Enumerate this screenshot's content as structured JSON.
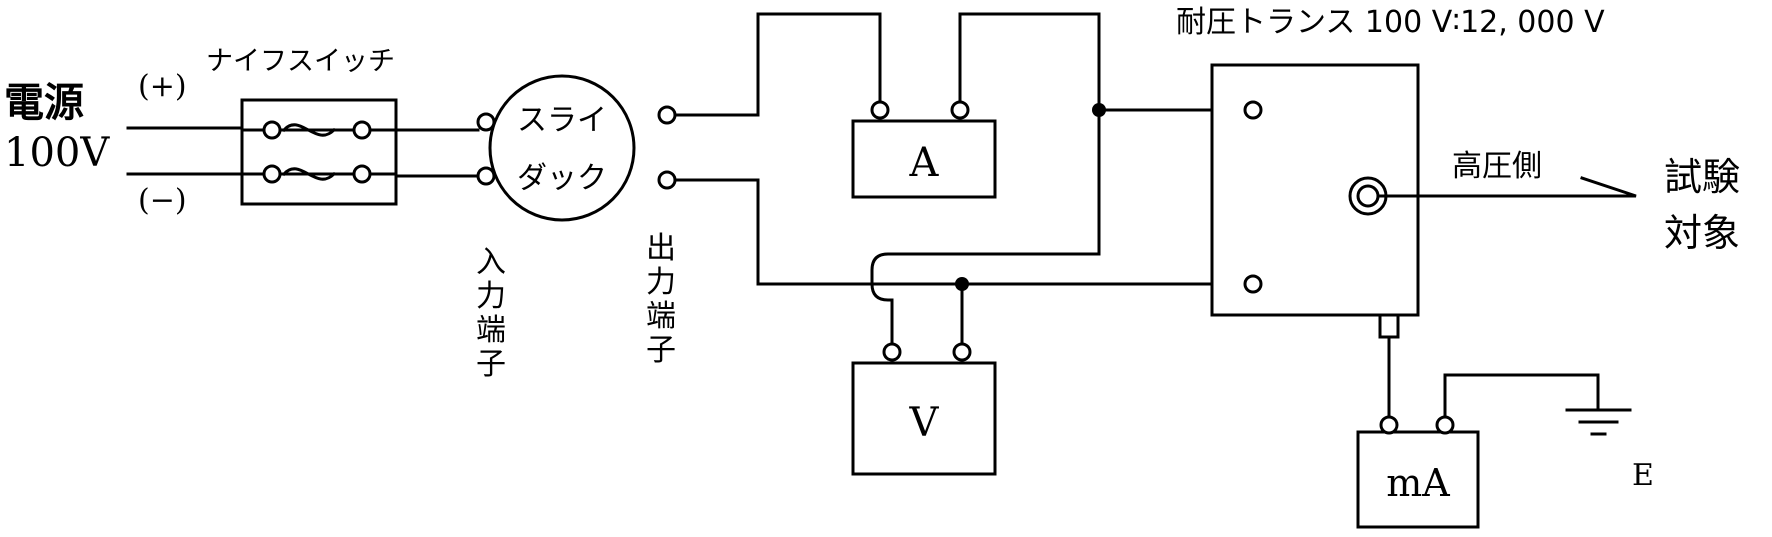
{
  "labels": {
    "power_source": [
      "電源",
      "100V"
    ],
    "plus": "(+)",
    "minus": "(−)",
    "knife_switch": "ナイフスイッチ",
    "slidac": [
      "スライ",
      "ダック"
    ],
    "input_terminal": [
      "入",
      "力",
      "端",
      "子"
    ],
    "output_terminal": [
      "出",
      "力",
      "端",
      "子"
    ],
    "ammeter": "A",
    "voltmeter": "V",
    "milliammeter": "mA",
    "transformer": "耐圧トランス 100 V∶12, 000 V",
    "high_voltage_side": "高圧側",
    "test_object": [
      "試験",
      "対象"
    ],
    "earth": "E"
  }
}
